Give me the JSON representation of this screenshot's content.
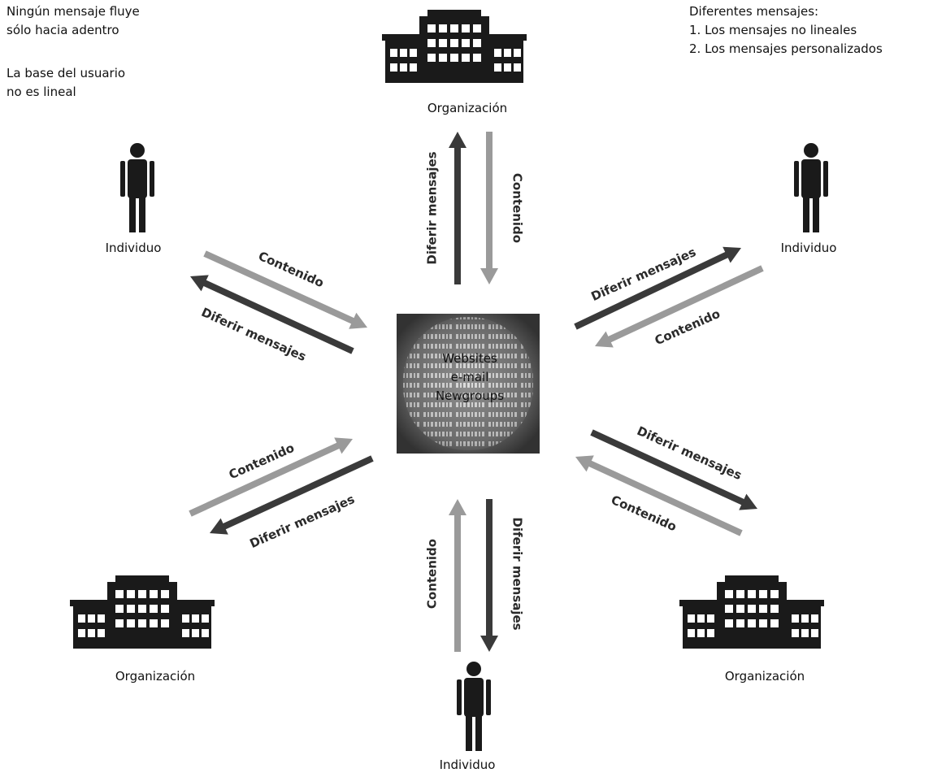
{
  "notes": {
    "top_left_line1": "Ningún mensaje fluye",
    "top_left_line2": "sólo hacia adentro",
    "top_left_line3": "La base del usuario",
    "top_left_line4": "no es lineal",
    "top_right_line1": "Diferentes mensajes:",
    "top_right_line2": "1. Los mensajes no lineales",
    "top_right_line3": "2. Los mensajes personalizados"
  },
  "center": {
    "line1": "Websites",
    "line2": "e-mail",
    "line3": "Newgroups"
  },
  "nodes": {
    "org_top": "Organización",
    "ind_left": "Individuo",
    "ind_right": "Individuo",
    "org_bottom_left": "Organización",
    "org_bottom_right": "Organización",
    "ind_bottom": "Individuo"
  },
  "arrows": {
    "diferir": "Diferir mensajes",
    "contenido": "Contenido"
  },
  "colors": {
    "dark_arrow": "#3a3a3a",
    "light_arrow": "#9a9a9a",
    "icon": "#1a1a1a",
    "globe": "#8a8a8a"
  }
}
